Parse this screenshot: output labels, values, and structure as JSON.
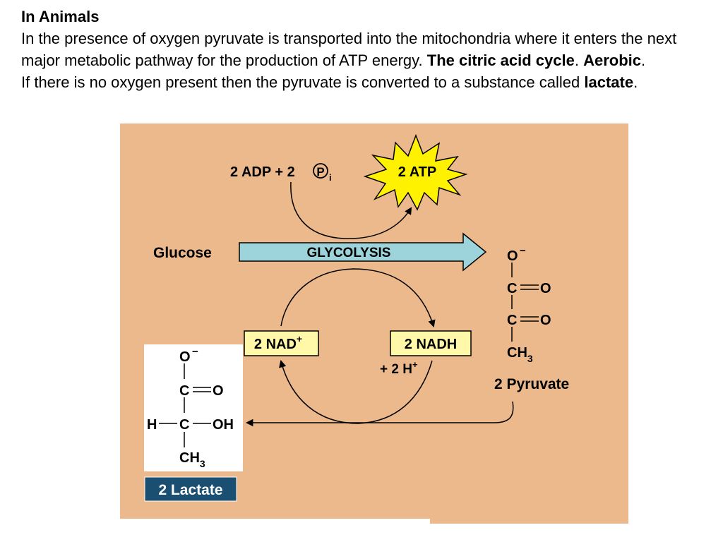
{
  "text": {
    "heading": "In Animals",
    "para1_a": "In the presence of oxygen pyruvate is transported into the mitochondria where it enters the next major metabolic pathway for the production of ATP energy. ",
    "para1_bold1": "The citric acid cycle",
    "para1_sep": ". ",
    "para1_bold2": "Aerobic",
    "para1_end": ".",
    "para2_a": "If there is no oxygen present then the pyruvate is converted to a substance called ",
    "para2_bold": "lactate",
    "para2_end": "."
  },
  "diagram": {
    "adp_text": "2 ADP + 2",
    "phosphate_symbol": "P",
    "phosphate_subscript": "i",
    "atp": "2 ATP",
    "glucose": "Glucose",
    "glycolysis": "GLYCOLYSIS",
    "nad": "2 NAD",
    "nad_superscript": "+",
    "nadh": "2 NADH",
    "h_plus": "+ 2 H",
    "h_plus_superscript": "+",
    "pyruvate": {
      "o_minus": "O",
      "minus": "−",
      "c1": "C",
      "c2": "C",
      "o1": "O",
      "o2": "O",
      "ch": "CH",
      "sub": "3",
      "label": "2 Pyruvate"
    },
    "lactate": {
      "o_minus": "O",
      "minus": "−",
      "c1": "C",
      "o1": "O",
      "h": "H",
      "c2": "C",
      "oh": "OH",
      "ch": "CH",
      "sub": "3",
      "label": "2 Lactate"
    },
    "colors": {
      "background": "#ecb98c",
      "arrow_fill": "#9dd4dc",
      "box_fill": "#fff8a8",
      "star_fill": "#fff200",
      "lactate_label_bg": "#1a4f72"
    }
  }
}
